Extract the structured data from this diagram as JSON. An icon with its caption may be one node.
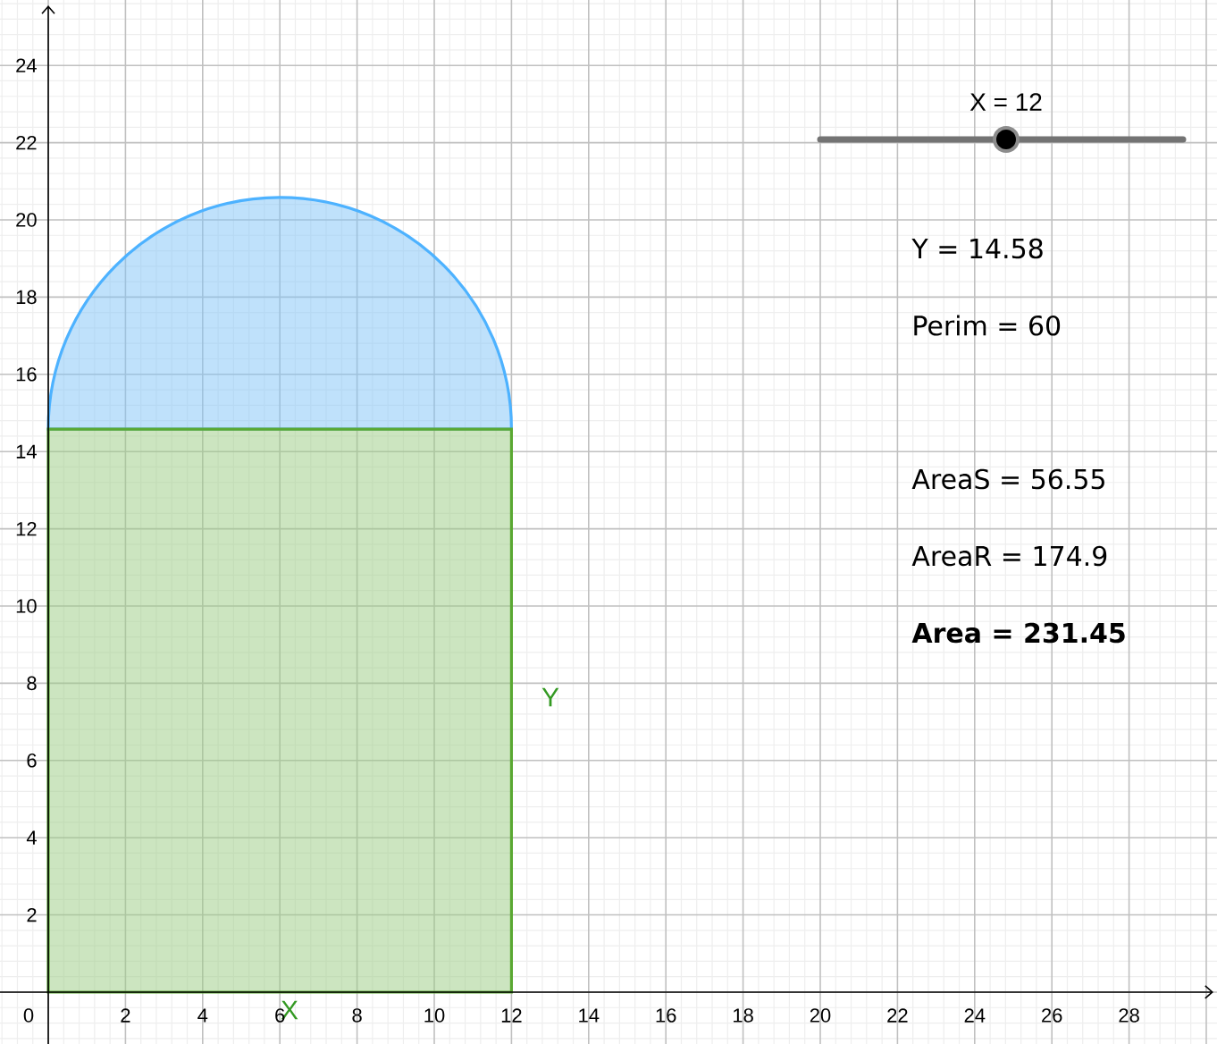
{
  "diagram": {
    "nodes": [
      {
        "text": [],
        "shape": "semicircle"
      },
      {
        "text": [],
        "shape": "box",
        "beside": [
          "Y",
          "X"
        ]
      }
    ],
    "labels": [
      "X = 12",
      "Y = 14.58",
      "Perim = 60",
      "AreaS = 56.55",
      "AreaR = 174.9",
      "Area = 231.45",
      "24",
      "22",
      "20",
      "18",
      "16",
      "14",
      "12",
      "10",
      "8",
      "6",
      "4",
      "2",
      "0",
      "2",
      "4",
      "6",
      "8",
      "10",
      "12",
      "14",
      "16",
      "18",
      "20",
      "22",
      "24",
      "26",
      "28"
    ]
  }
}
